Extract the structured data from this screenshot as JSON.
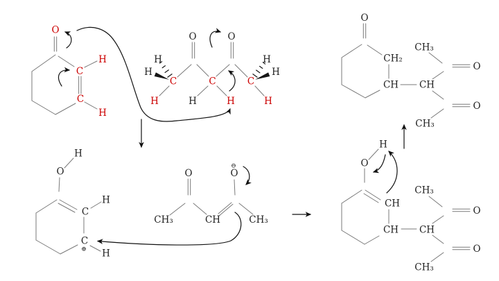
{
  "figure": {
    "background": "#ffffff"
  },
  "colors": {
    "highlight_red": "#cc0000",
    "text_black": "#1f1f1f",
    "bond_gray": "#7a7a7a",
    "arrow_black": "#111111"
  },
  "labels": {
    "O": "O",
    "H": "H",
    "C": "C",
    "CH": "CH",
    "CH2": "CH₂",
    "CH3": "CH₃",
    "plus_charge": "⊕",
    "minus_charge": "⊖"
  }
}
